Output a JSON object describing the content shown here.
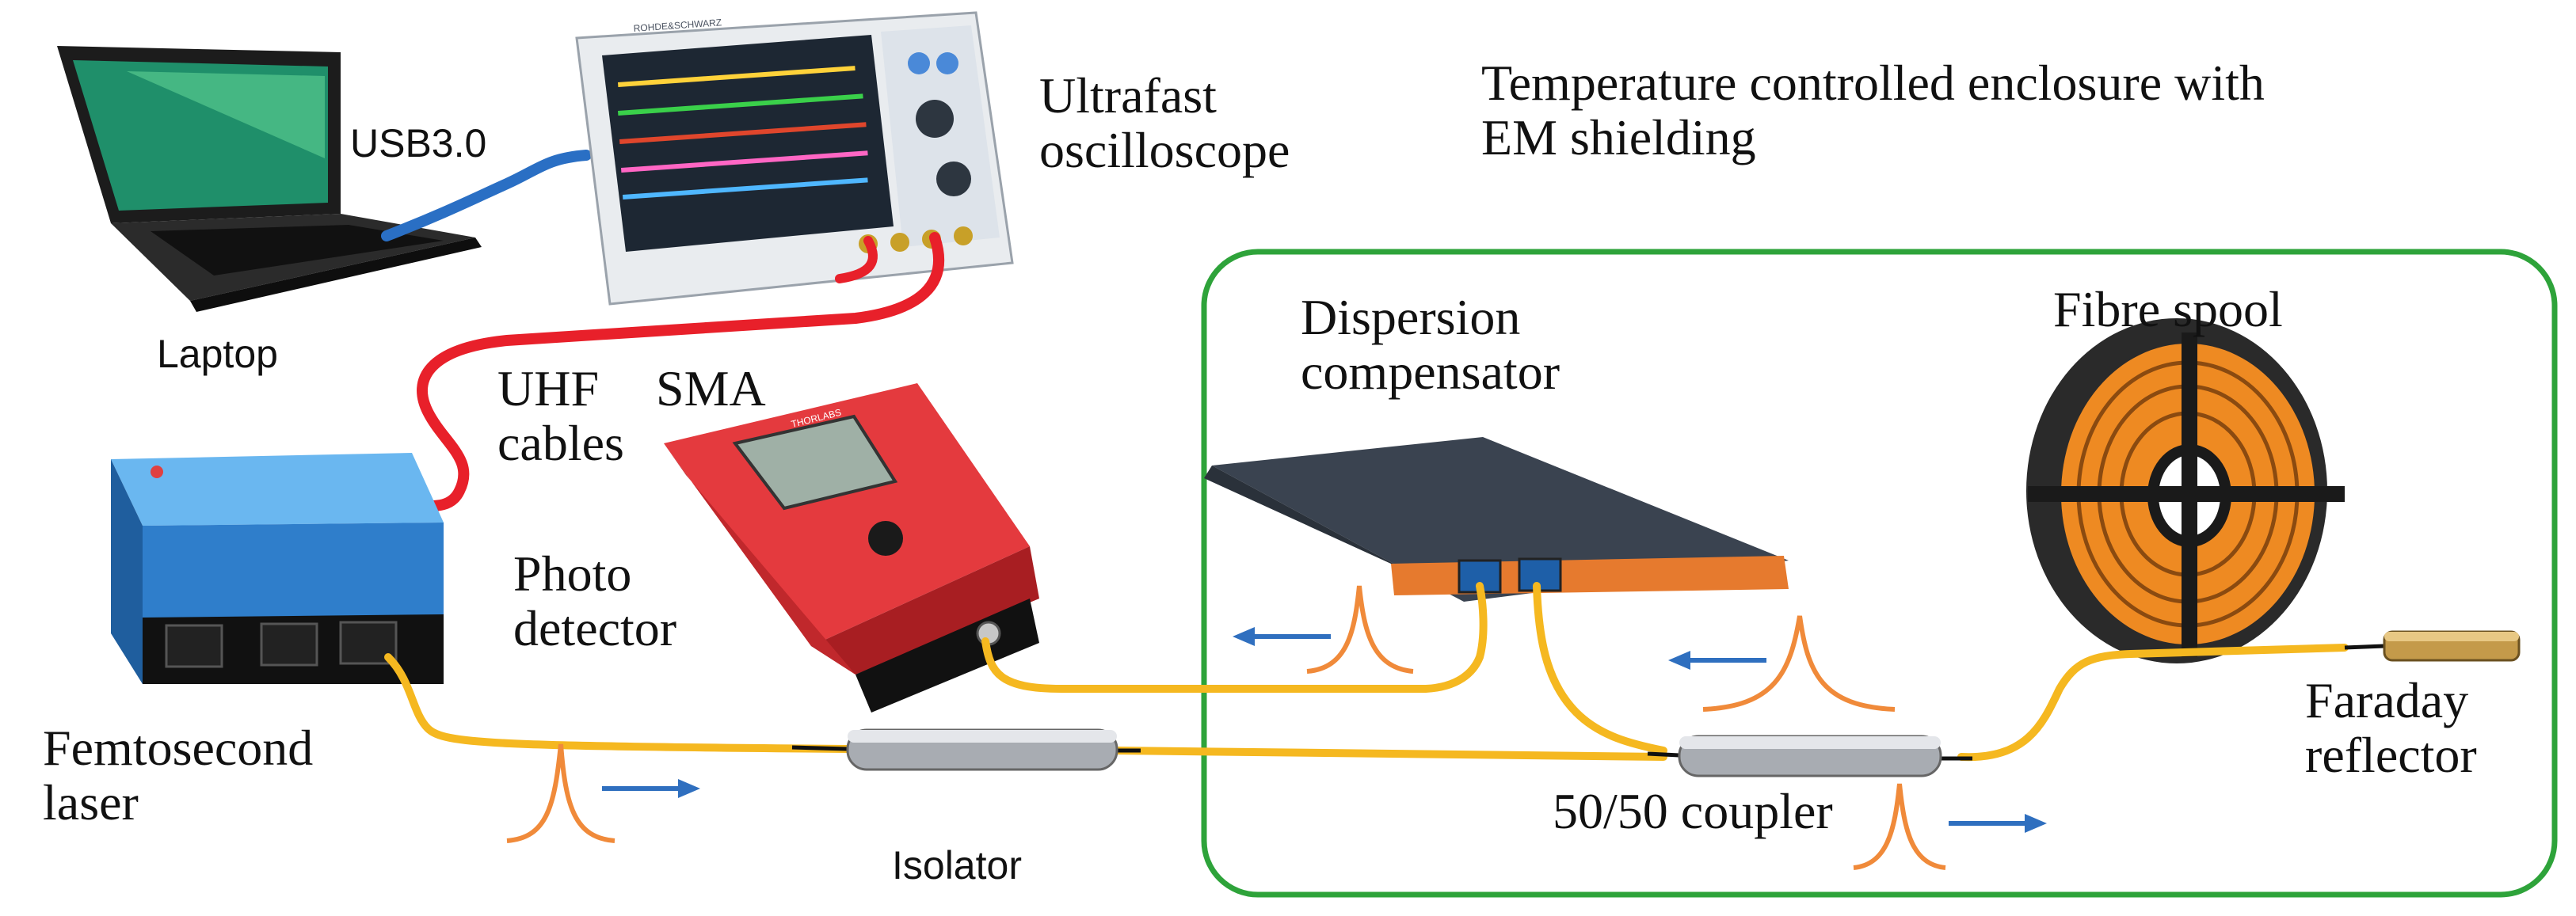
{
  "labels": {
    "usb": "USB3.0",
    "laptop": "Laptop",
    "oscilloscope": [
      "Ultrafast",
      "oscilloscope"
    ],
    "enclosure": [
      "Temperature controlled enclosure with",
      "EM shielding"
    ],
    "uhf": [
      "UHF",
      "cables"
    ],
    "sma": "SMA",
    "photodetector": [
      "Photo",
      "detector"
    ],
    "dispersion": [
      "Dispersion",
      "compensator"
    ],
    "fibre_spool": "Fibre spool",
    "femtosecond": [
      "Femtosecond",
      "laser"
    ],
    "isolator": "Isolator",
    "coupler": "50/50 coupler",
    "faraday": [
      "Faraday",
      "reflector"
    ],
    "device_brand_pd": "THORLABS",
    "device_brand_osc": "ROHDE&SCHWARZ"
  },
  "colors": {
    "fibre": "#f5b820",
    "uhf_cable": "#e8202a",
    "usb_cable": "#2a6fc4",
    "enclosure_border": "#2ea33a",
    "pulse": "#f08a3a",
    "arrow": "#2f6fbf",
    "laser_body": "#3a8fd8",
    "photodetector_body": "#d0282c",
    "compensator_plate": "#e67a2e",
    "spool_flange": "#2a2a2a",
    "spool_fibre": "#ee8a22"
  },
  "icons": {
    "laptop": "laptop-icon",
    "oscilloscope": "oscilloscope-icon",
    "photodetector": "photodetector-icon",
    "laser": "femtosecond-laser-icon",
    "compensator": "dispersion-compensator-icon",
    "spool": "fibre-spool-icon",
    "isolator": "isolator-icon",
    "coupler": "coupler-icon",
    "faraday": "faraday-reflector-icon"
  }
}
